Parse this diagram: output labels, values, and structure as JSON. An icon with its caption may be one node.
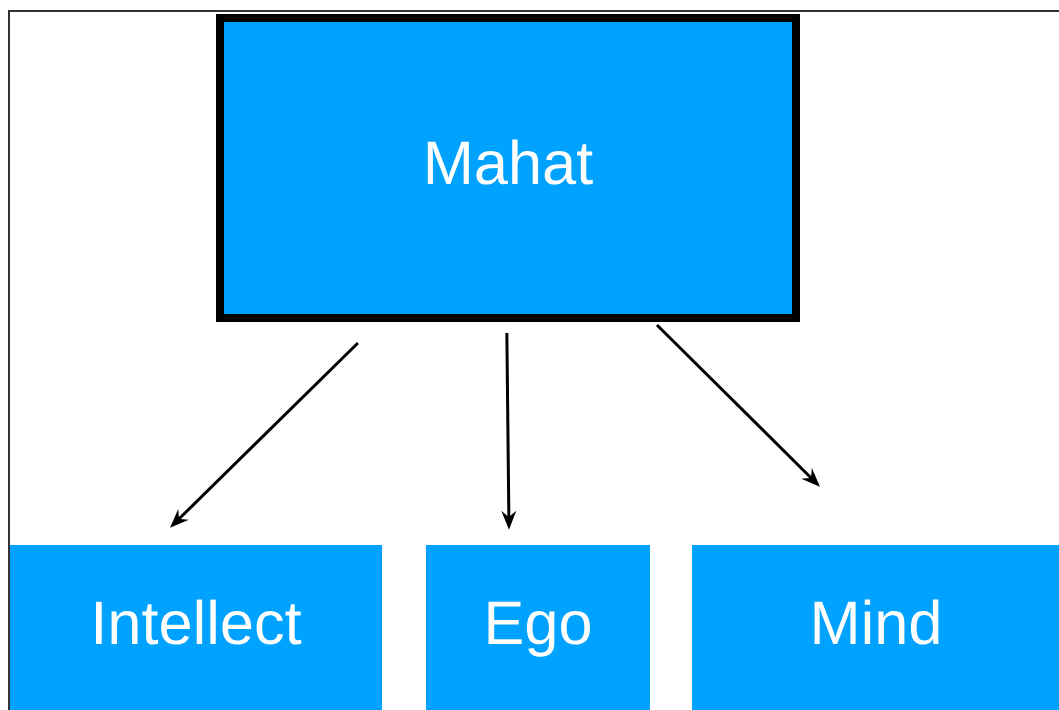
{
  "diagram": {
    "nodes": [
      {
        "text": [
          "Mahat"
        ]
      },
      {
        "text": [
          "Intellect"
        ]
      },
      {
        "text": [
          "Ego"
        ]
      },
      {
        "text": [
          "Mind"
        ]
      }
    ],
    "edges": [
      {
        "from": 0,
        "to": 1,
        "arrow": "to"
      },
      {
        "from": 0,
        "to": 2,
        "arrow": "to"
      },
      {
        "from": 0,
        "to": 3,
        "arrow": "to"
      }
    ]
  }
}
